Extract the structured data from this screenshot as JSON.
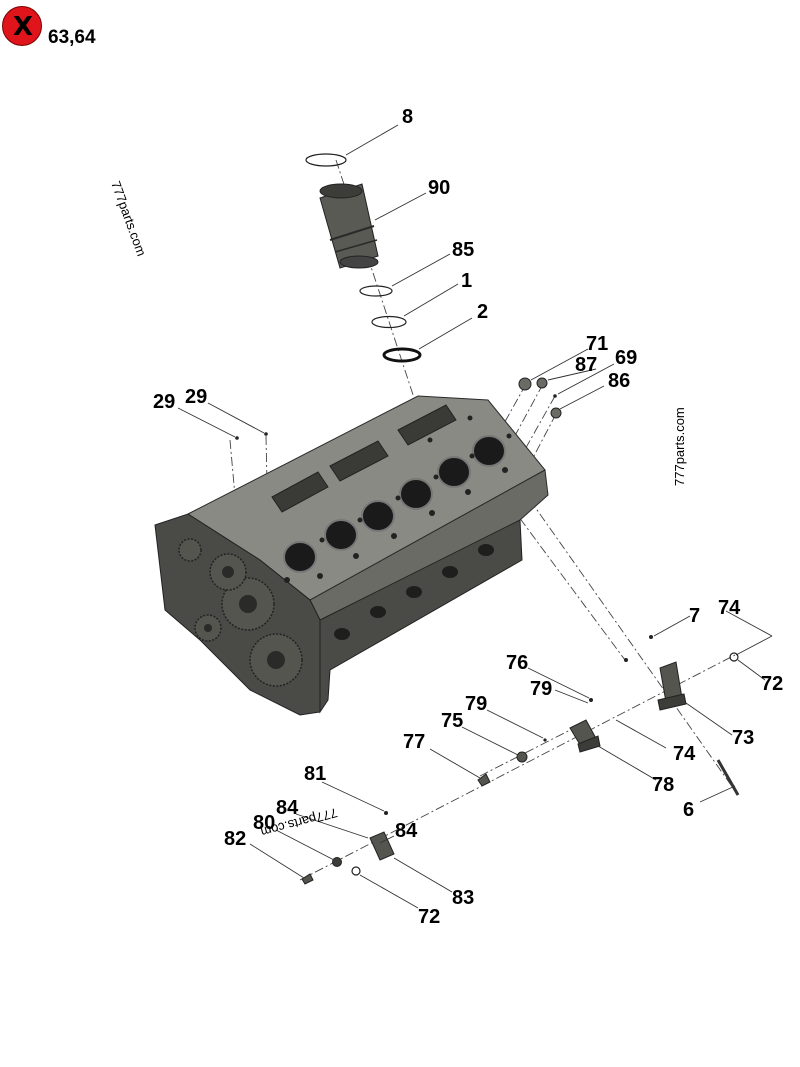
{
  "badge": {
    "icon": "close-x-icon",
    "symbol": "X",
    "reference": "63,64",
    "color": "#e0141b"
  },
  "watermarks": [
    "777parts.com",
    "777parts.com",
    "777parts.com"
  ],
  "callouts": {
    "c8": "8",
    "c90": "90",
    "c85": "85",
    "c1": "1",
    "c2": "2",
    "c71": "71",
    "c87": "87",
    "c69": "69",
    "c86": "86",
    "c29a": "29",
    "c29b": "29",
    "c7": "7",
    "c74a": "74",
    "c72a": "72",
    "c73": "73",
    "c76": "76",
    "c79a": "79",
    "c79b": "79",
    "c75": "75",
    "c74b": "74",
    "c77": "77",
    "c78": "78",
    "c6": "6",
    "c81": "81",
    "c84a": "84",
    "c80": "80",
    "c84b": "84",
    "c82": "82",
    "c83": "83",
    "c72b": "72"
  }
}
